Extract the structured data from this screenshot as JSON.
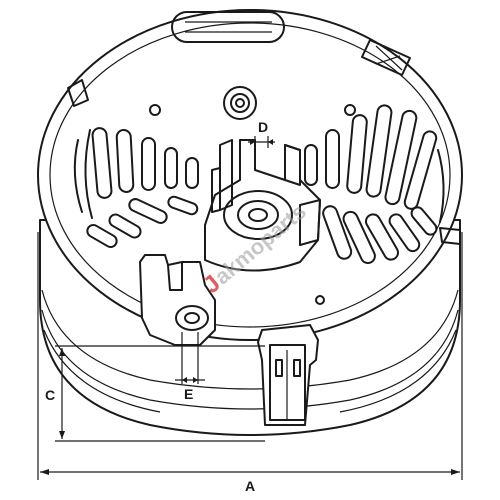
{
  "labels": {
    "a": "A",
    "c": "C",
    "d": "D",
    "e": "E"
  },
  "watermark": {
    "accent": "J",
    "main": "akmoparts"
  },
  "colors": {
    "line": "#1a1a1a",
    "background": "#ffffff",
    "watermark_accent": "#d42a2a",
    "watermark_main": "#9a9a9a"
  }
}
